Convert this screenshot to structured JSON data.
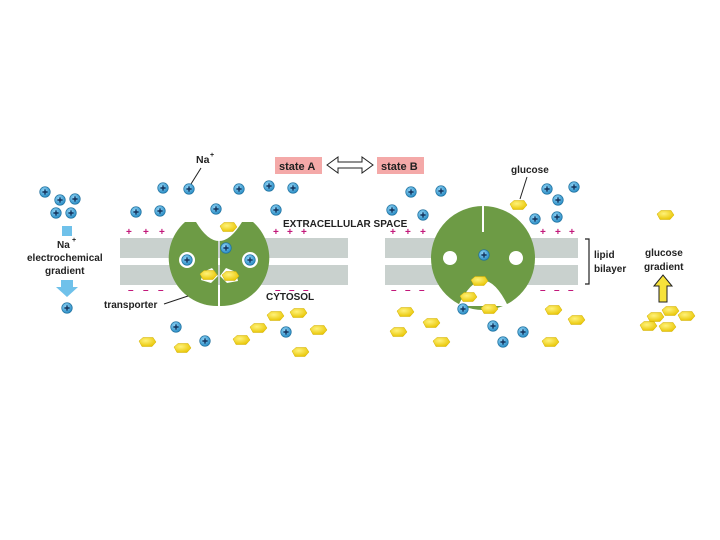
{
  "labels": {
    "na_ion": "Na",
    "na_superscript": "+",
    "state_a": "state A",
    "state_b": "state B",
    "glucose": "glucose",
    "extracellular_space": "EXTRACELLULAR SPACE",
    "cytosol": "CYTOSOL",
    "transporter": "transporter",
    "lipid_bilayer_line1": "lipid",
    "lipid_bilayer_line2": "bilayer",
    "na_gradient_line1": "Na",
    "na_gradient_line2": "electrochemical",
    "na_gradient_line3": "gradient",
    "glucose_gradient_line1": "glucose",
    "glucose_gradient_line2": "gradient",
    "plus_sign": "+",
    "minus_sign": "–"
  },
  "colors": {
    "state_box": "#f4a9a8",
    "na_ion": "#3aa1d6",
    "glucose": "#f5d311",
    "transporter": "#6d9b45",
    "membrane": "#c9d1ce",
    "charge": "#c2187a",
    "gradient_arrow_na": "#6fc1ea",
    "gradient_arrow_glucose": "#f7e23a"
  }
}
